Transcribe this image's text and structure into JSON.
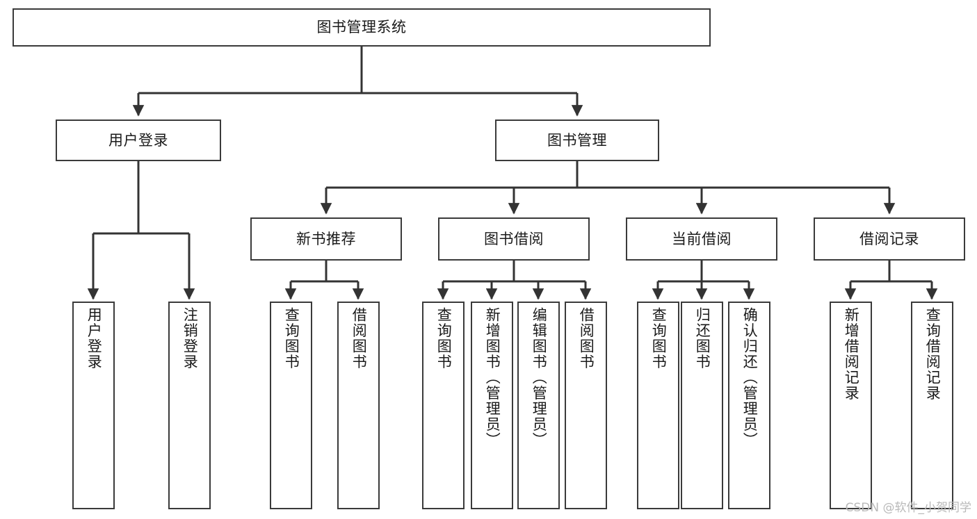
{
  "diagram": {
    "title": "图书管理系统",
    "type": "functional-structure-tree",
    "orientation": "top-down",
    "watermark": "CSDN @软件_小贺同学",
    "colors": {
      "box_border": "#3a3a3a",
      "box_fill": "#ffffff",
      "connector": "#333333",
      "text": "#1a1a1a",
      "watermark": "#b9b9b9",
      "background": "#ffffff"
    },
    "root": {
      "id": "root",
      "label": "图书管理系统",
      "text_direction": "horizontal"
    },
    "level1": [
      {
        "id": "user-login",
        "label": "用户登录",
        "text_direction": "horizontal"
      },
      {
        "id": "book-manage",
        "label": "图书管理",
        "text_direction": "horizontal"
      }
    ],
    "level2": [
      {
        "id": "new-book-recommend",
        "label": "新书推荐",
        "parent": "book-manage",
        "text_direction": "horizontal"
      },
      {
        "id": "book-borrow",
        "label": "图书借阅",
        "parent": "book-manage",
        "text_direction": "horizontal"
      },
      {
        "id": "current-borrow",
        "label": "当前借阅",
        "parent": "book-manage",
        "text_direction": "horizontal"
      },
      {
        "id": "borrow-record",
        "label": "借阅记录",
        "parent": "book-manage",
        "text_direction": "horizontal"
      }
    ],
    "leaves": [
      {
        "id": "leaf-user-login",
        "label": "用户登录",
        "parent": "user-login",
        "text_direction": "vertical"
      },
      {
        "id": "leaf-logout-login",
        "label": "注销登录",
        "parent": "user-login",
        "text_direction": "vertical"
      },
      {
        "id": "leaf-query-book-recommend",
        "label": "查询图书",
        "parent": "new-book-recommend",
        "text_direction": "vertical"
      },
      {
        "id": "leaf-borrow-book-recommend",
        "label": "借阅图书",
        "parent": "new-book-recommend",
        "text_direction": "vertical"
      },
      {
        "id": "leaf-query-book-borrow",
        "label": "查询图书",
        "parent": "book-borrow",
        "text_direction": "vertical"
      },
      {
        "id": "leaf-add-book-admin",
        "label": "新增图书（管理员）",
        "parent": "book-borrow",
        "text_direction": "vertical"
      },
      {
        "id": "leaf-edit-book-admin",
        "label": "编辑图书（管理员）",
        "parent": "book-borrow",
        "text_direction": "vertical"
      },
      {
        "id": "leaf-borrow-book",
        "label": "借阅图书",
        "parent": "book-borrow",
        "text_direction": "vertical"
      },
      {
        "id": "leaf-query-book-current",
        "label": "查询图书",
        "parent": "current-borrow",
        "text_direction": "vertical"
      },
      {
        "id": "leaf-return-book",
        "label": "归还图书",
        "parent": "current-borrow",
        "text_direction": "vertical"
      },
      {
        "id": "leaf-confirm-return-admin",
        "label": "确认归还（管理员）",
        "parent": "current-borrow",
        "text_direction": "vertical"
      },
      {
        "id": "leaf-add-borrow-record",
        "label": "新增借阅记录",
        "parent": "borrow-record",
        "text_direction": "vertical"
      },
      {
        "id": "leaf-query-borrow-record",
        "label": "查询借阅记录",
        "parent": "borrow-record",
        "text_direction": "vertical"
      }
    ]
  }
}
